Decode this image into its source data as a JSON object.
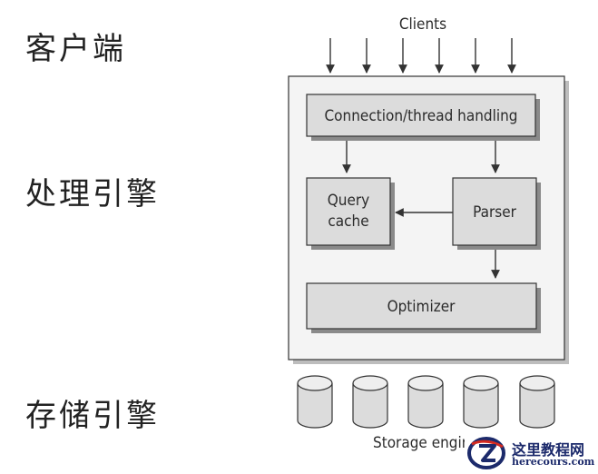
{
  "layers": {
    "client": "客户端",
    "processing": "处理引擎",
    "storage": "存储引擎"
  },
  "diagram": {
    "clients_label": "Clients",
    "connection_label": "Connection/thread handling",
    "query_cache_label_line1": "Query",
    "query_cache_label_line2": "cache",
    "parser_label": "Parser",
    "optimizer_label": "Optimizer",
    "storage_label": "Storage engin"
  },
  "watermark": {
    "title": "这里教程网",
    "url": "herecours.com"
  },
  "colors": {
    "server_bg": "#f4f4f4",
    "box_fill": "#dcdcdc",
    "box_shadow": "#8a8a8a",
    "line": "#333333",
    "watermark_blue": "#1c2a6b",
    "watermark_red": "#d42a20"
  }
}
